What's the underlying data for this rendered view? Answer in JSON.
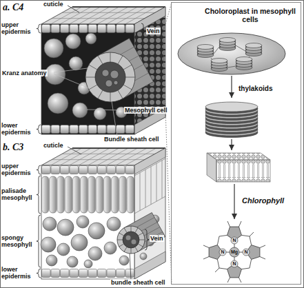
{
  "diagram": {
    "nodes": [
      {
        "text": [
          "Choloroplast in mesophyll cells",
          "thylakoids",
          "Chlorophyll"
        ]
      }
    ],
    "labels": [
      "a. C4",
      "cuticle",
      "upper epidermis",
      "Vein",
      "Kranz anatomy",
      "Mesophyll cell",
      "lower epidermis",
      "Bundle sheath cell",
      "b. C3",
      "cuticle",
      "upper epidermis",
      "palisade mesophyll",
      "spongy mesophyll",
      "Vein",
      "lower epidermis",
      "bundle sheath cell",
      "N",
      "N",
      "N",
      "N",
      "Mg"
    ]
  }
}
